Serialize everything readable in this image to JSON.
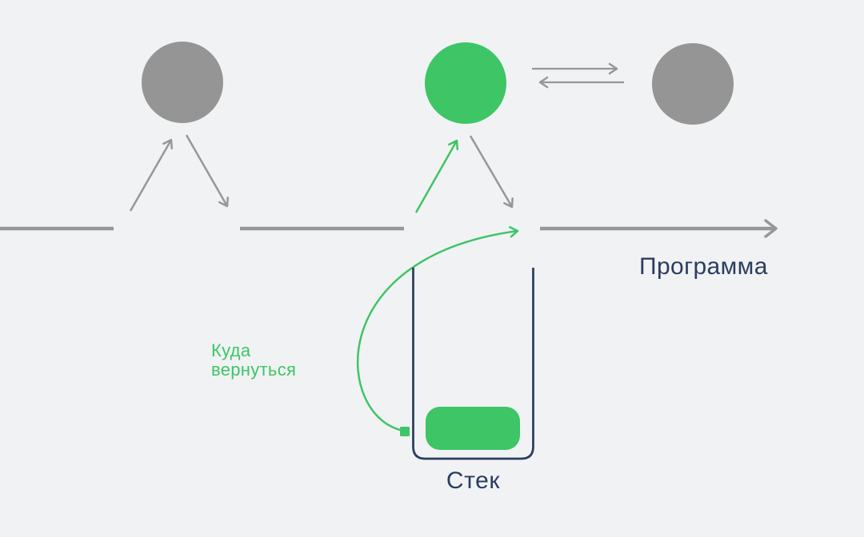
{
  "colors": {
    "background": "#f1f2f4",
    "node_gray": "#959595",
    "line_gray": "#979797",
    "green": "#3ec566",
    "navy": "#2b3d60"
  },
  "labels": {
    "program": "Программа",
    "stack": "Стек",
    "return_to": "Куда вернуться"
  }
}
